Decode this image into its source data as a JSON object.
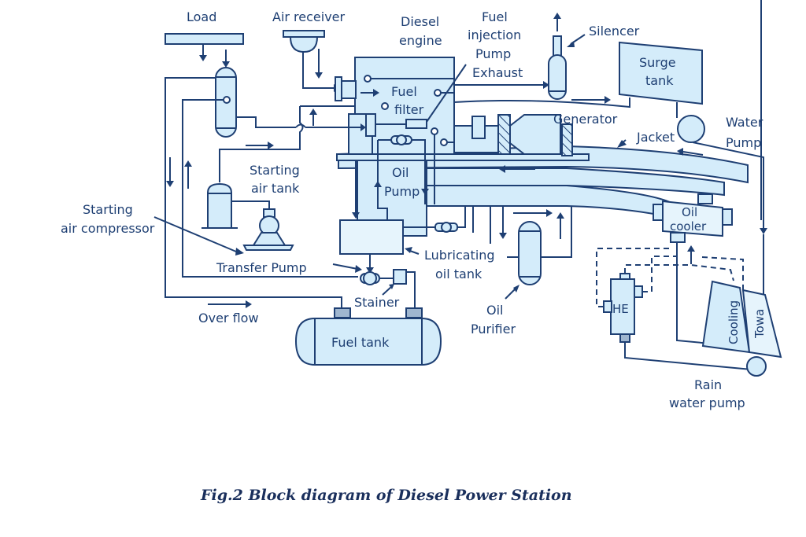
{
  "figure": {
    "caption": "Fig.2 Block diagram of Diesel Power Station",
    "colors": {
      "line": "#1e3f73",
      "fill": "#d4ecfa",
      "caption": "#1a2f5c"
    }
  },
  "labels": {
    "load": "Load",
    "air_receiver": "Air receiver",
    "diesel_engine_1": "Diesel",
    "diesel_engine_2": "engine",
    "fuel_injection_1": "Fuel",
    "fuel_injection_2": "injection",
    "fuel_injection_3": "Pump",
    "exhaust": "Exhaust",
    "silencer": "Silencer",
    "surge_tank_1": "Surge",
    "surge_tank_2": "tank",
    "fuel_filter_1": "Fuel",
    "fuel_filter_2": "filter",
    "generator": "Generator",
    "jacket": "Jacket",
    "water_pump_1": "Water",
    "water_pump_2": "Pump",
    "starting_air_tank_1": "Starting",
    "starting_air_tank_2": "air tank",
    "oil_pump_1": "Oil",
    "oil_pump_2": "Pump",
    "starting_air_compressor_1": "Starting",
    "starting_air_compressor_2": "air compressor",
    "oil_cooler_1": "Oil",
    "oil_cooler_2": "cooler",
    "transfer_pump": "Transfer Pump",
    "lubricating_oil_tank_1": "Lubricating",
    "lubricating_oil_tank_2": "oil tank",
    "stainer": "Stainer",
    "oil_purifier_1": "Oil",
    "oil_purifier_2": "Purifier",
    "he": "HE",
    "cooling": "Cooling",
    "tower": "Towa",
    "over_flow": "Over flow",
    "fuel_tank": "Fuel tank",
    "rain_water_pump_1": "Rain",
    "rain_water_pump_2": "water pump"
  }
}
